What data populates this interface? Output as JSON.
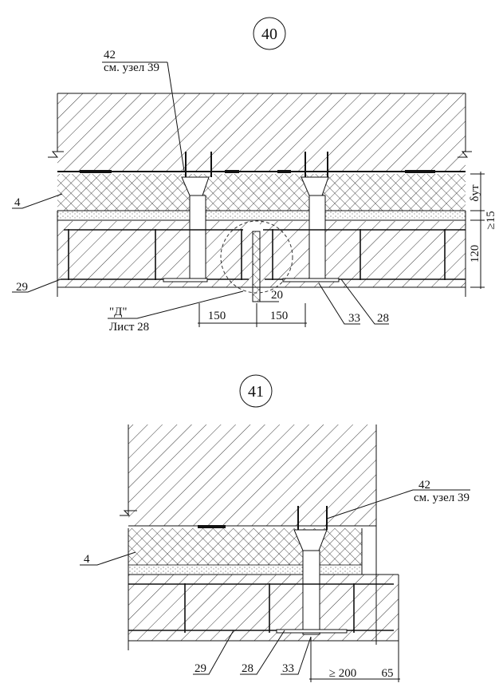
{
  "detail_40": {
    "number": "40",
    "callout_42": {
      "pos": "42",
      "note": "см. узел 39"
    },
    "pos_4": "4",
    "pos_29": "29",
    "pos_33": "33",
    "pos_28": "28",
    "detail_ref": {
      "name": "\"Д\"",
      "sheet": "Лист 28"
    },
    "dim_left": "150",
    "dim_right": "150",
    "dim_joint": "20",
    "dim_insulation": "δут",
    "dim_sand": "≥15",
    "dim_slab": "120"
  },
  "detail_41": {
    "number": "41",
    "callout_42": {
      "pos": "42",
      "note": "см. узел 39"
    },
    "pos_4": "4",
    "pos_29": "29",
    "pos_28": "28",
    "pos_33": "33",
    "dim_overlap": "≥ 200",
    "dim_edge": "65"
  }
}
